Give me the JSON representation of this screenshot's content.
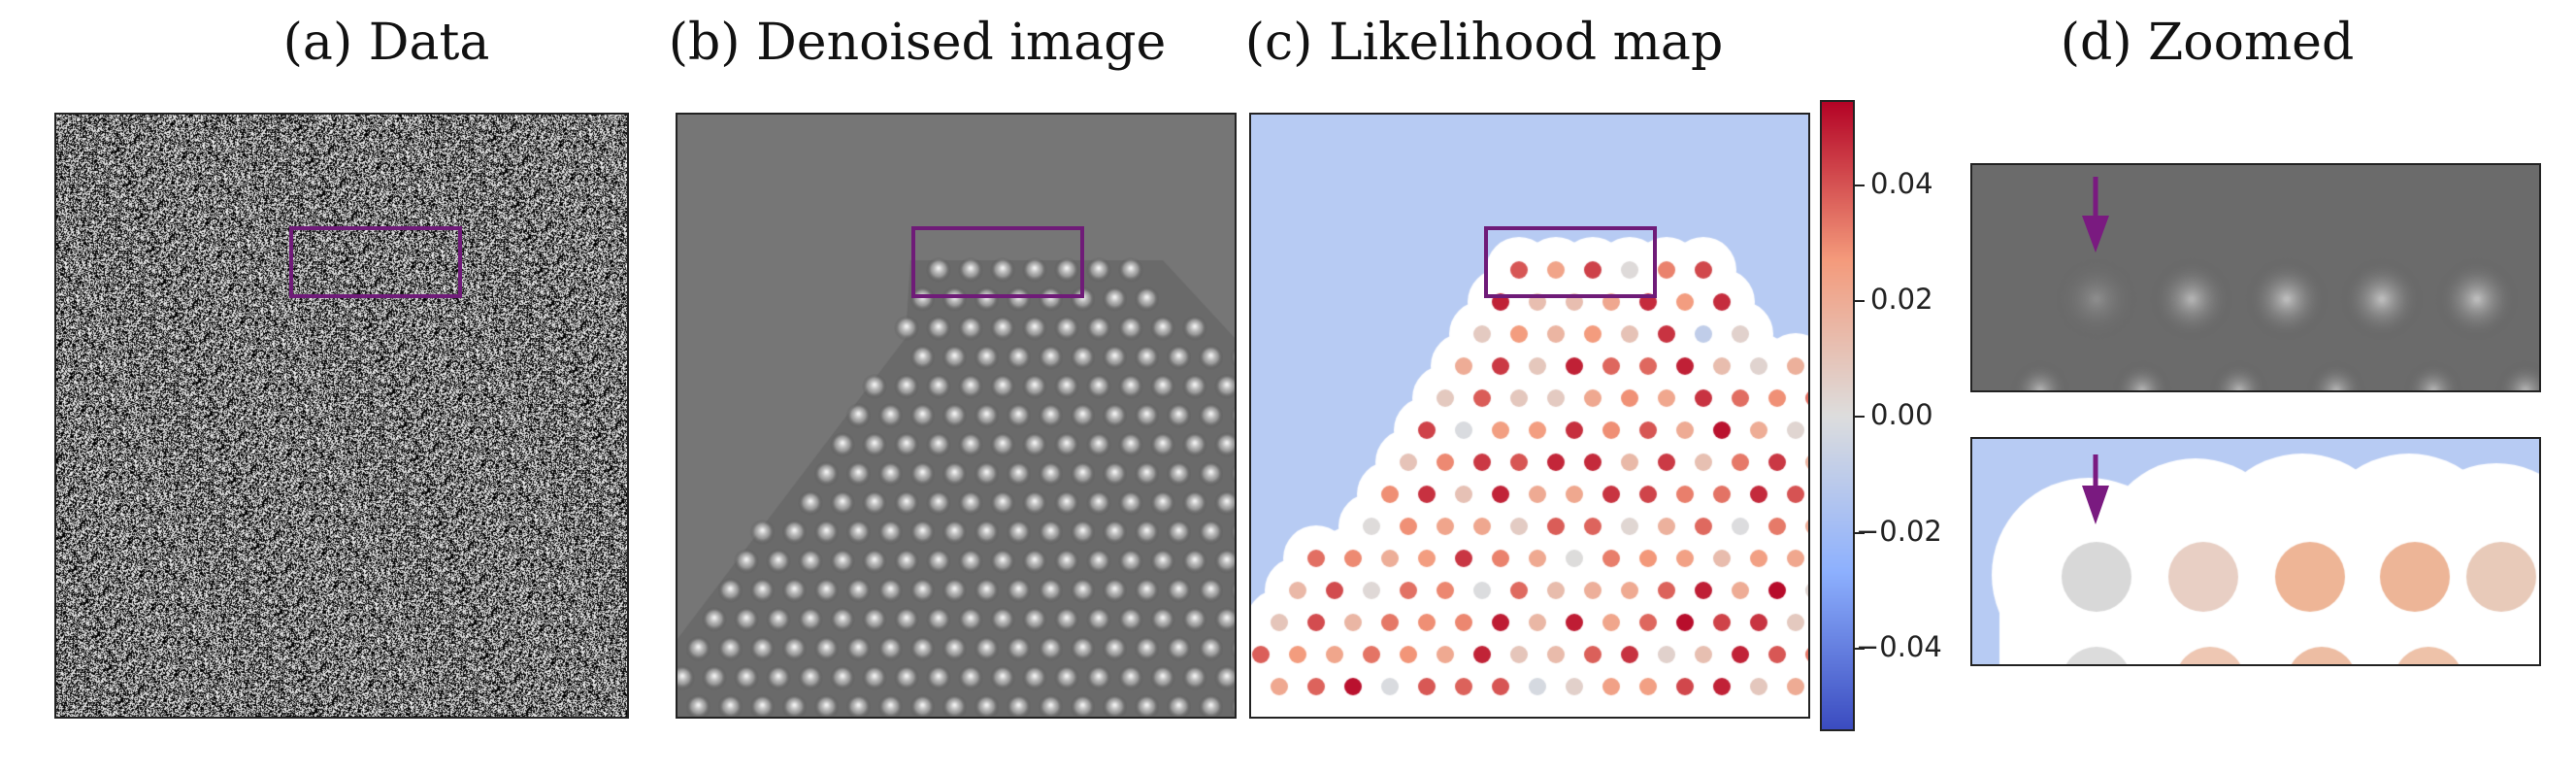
{
  "panels": {
    "a": {
      "title": "(a) Data"
    },
    "b": {
      "title": "(b) Denoised image"
    },
    "c": {
      "title": "(c) Likelihood map"
    },
    "d": {
      "title": "(d) Zoomed"
    }
  },
  "colorbar": {
    "colormap": "coolwarm",
    "range": [
      -0.054,
      0.054
    ],
    "ticks": [
      "0.04",
      "0.02",
      "0.00",
      "−0.02",
      "−0.04"
    ]
  },
  "colors": {
    "highlight_box": "#6f1b78",
    "arrow": "#7a1a80",
    "likelihood_background": "#b7cbf3"
  }
}
